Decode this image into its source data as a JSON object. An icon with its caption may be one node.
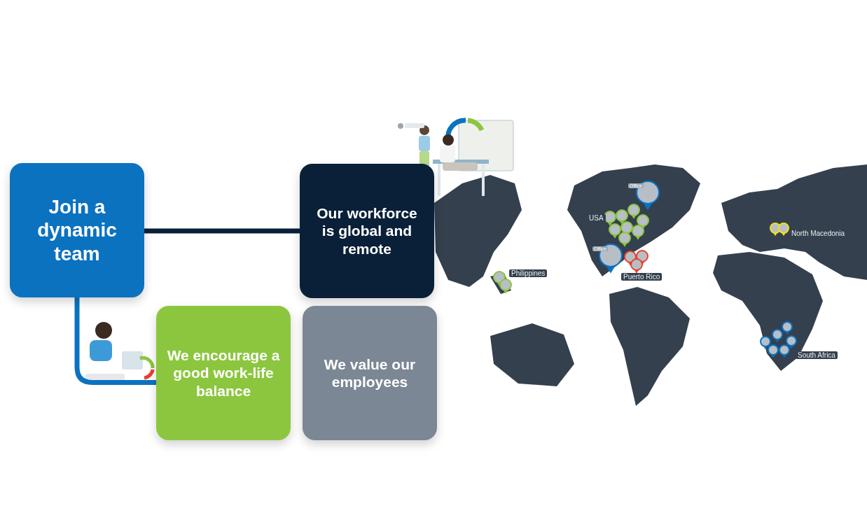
{
  "diagram": {
    "nodes": [
      {
        "text": [
          "Join a dynamic team"
        ]
      },
      {
        "text": [
          "Our workforce is global and remote"
        ]
      },
      {
        "text": [
          "We encourage a good work-life balance"
        ]
      },
      {
        "text": [
          "We value our employees"
        ]
      }
    ],
    "edges": [
      {
        "from": 0,
        "to": 1,
        "arrow": "none",
        "color": "#0a2038"
      },
      {
        "from": 0,
        "to": 2,
        "arrow": "none",
        "color": "#0b72c0"
      }
    ],
    "labels": [
      "Office",
      "USA",
      "North Macedonia",
      "Office",
      "Philippines",
      "Puerto Rico",
      "South Africa"
    ]
  }
}
